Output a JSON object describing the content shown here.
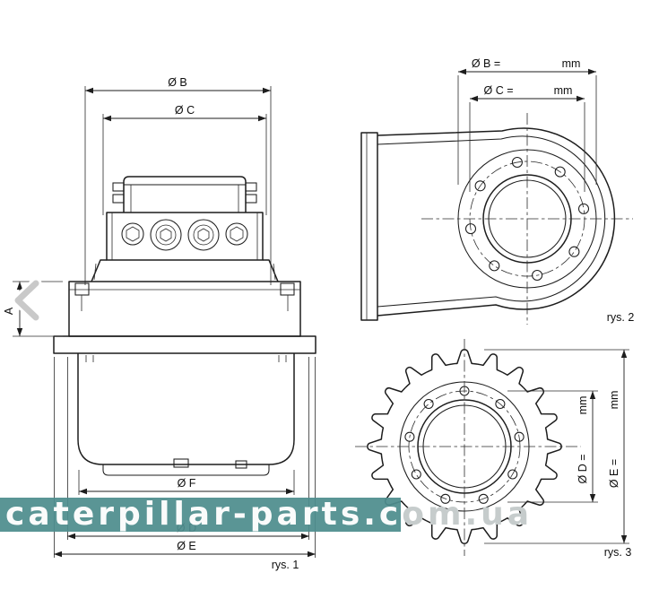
{
  "watermark": {
    "text": "caterpillar-parts.com.ua",
    "band_color": "#4e8d8e"
  },
  "figures": {
    "fig1": {
      "caption": "rys. 1",
      "dim_b": "Ø B",
      "dim_c": "Ø C",
      "dim_a": "A",
      "dim_f": "Ø F",
      "dim_d": "Ø D",
      "dim_e": "Ø E"
    },
    "fig2": {
      "caption": "rys. 2",
      "dim_b_label": "Ø B =",
      "dim_b_unit": "mm",
      "dim_c_label": "Ø C =",
      "dim_c_unit": "mm"
    },
    "fig3": {
      "caption": "rys. 3",
      "dim_d_label": "Ø D =",
      "dim_d_unit": "mm",
      "dim_e_label": "Ø E =",
      "dim_e_unit": "mm"
    }
  }
}
